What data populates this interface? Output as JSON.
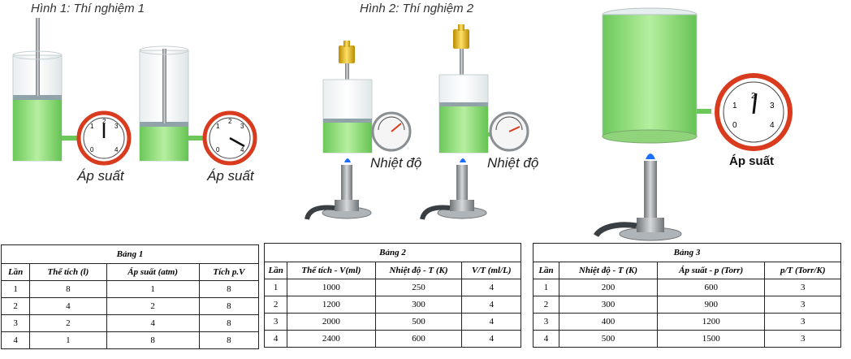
{
  "figures": {
    "fig1_title": "Hình 1: Thí nghiệm 1",
    "fig2_title": "Hình 2: Thí nghiệm 2",
    "pressure_label": "Áp suất",
    "temperature_label": "Nhiệt độ",
    "gauge_ticks": [
      "0",
      "1",
      "2",
      "3",
      "4"
    ]
  },
  "colors": {
    "liquid": "#7fd36b",
    "gauge_ring": "#d83b1e",
    "stand": "#8a8f93",
    "flame": "#1e6fff",
    "weight": "#e1b300"
  },
  "tables": [
    {
      "title": "Bảng 1",
      "headers": [
        "Lần",
        "Thể tích (l)",
        "Áp suất (atm)",
        "Tích p.V"
      ],
      "rows": [
        [
          "1",
          "8",
          "1",
          "8"
        ],
        [
          "2",
          "4",
          "2",
          "8"
        ],
        [
          "3",
          "2",
          "4",
          "8"
        ],
        [
          "4",
          "1",
          "8",
          "8"
        ]
      ]
    },
    {
      "title": "Bảng 2",
      "headers": [
        "Lần",
        "Thể tích - V(ml)",
        "Nhiệt độ - T (K)",
        "V/T (ml/L)"
      ],
      "rows": [
        [
          "1",
          "1000",
          "250",
          "4"
        ],
        [
          "2",
          "1200",
          "300",
          "4"
        ],
        [
          "3",
          "2000",
          "500",
          "4"
        ],
        [
          "4",
          "2400",
          "600",
          "4"
        ]
      ]
    },
    {
      "title": "Bảng 3",
      "headers": [
        "Lần",
        "Nhiệt độ - T (K)",
        "Áp suất - p (Torr)",
        "p/T (Torr/K)"
      ],
      "rows": [
        [
          "1",
          "200",
          "600",
          "3"
        ],
        [
          "2",
          "300",
          "900",
          "3"
        ],
        [
          "3",
          "400",
          "1200",
          "3"
        ],
        [
          "4",
          "500",
          "1500",
          "3"
        ]
      ]
    }
  ]
}
